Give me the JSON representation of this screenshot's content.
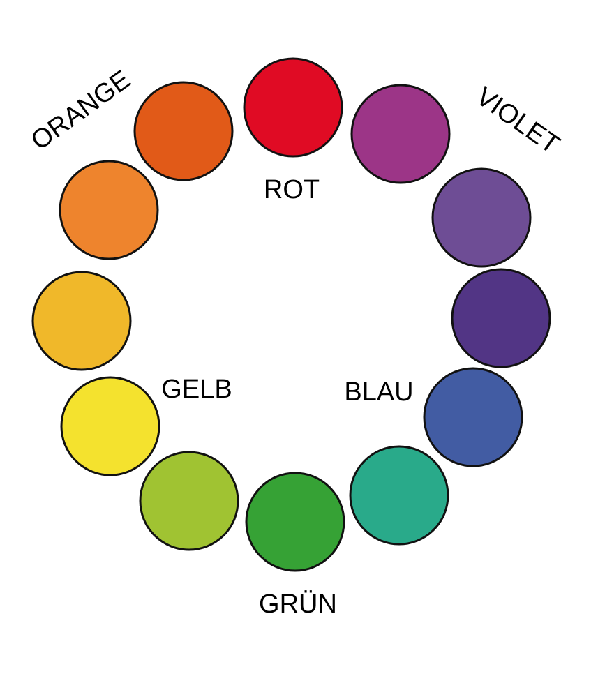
{
  "swatches": [
    {
      "color": "#E00B24"
    },
    {
      "color": "#9C3587"
    },
    {
      "color": "#6E4D95"
    },
    {
      "color": "#523585"
    },
    {
      "color": "#425CA3"
    },
    {
      "color": "#29AA8A"
    },
    {
      "color": "#36A235"
    },
    {
      "color": "#A0C332"
    },
    {
      "color": "#F4E22E"
    },
    {
      "color": "#F0B82A"
    },
    {
      "color": "#EE842D"
    },
    {
      "color": "#E15A18"
    }
  ],
  "labels": {
    "rot": "ROT",
    "violet": "VIOLET",
    "blau": "BLAU",
    "gruen": "GRÜN",
    "gelb": "GELB",
    "orange": "ORANGE"
  }
}
